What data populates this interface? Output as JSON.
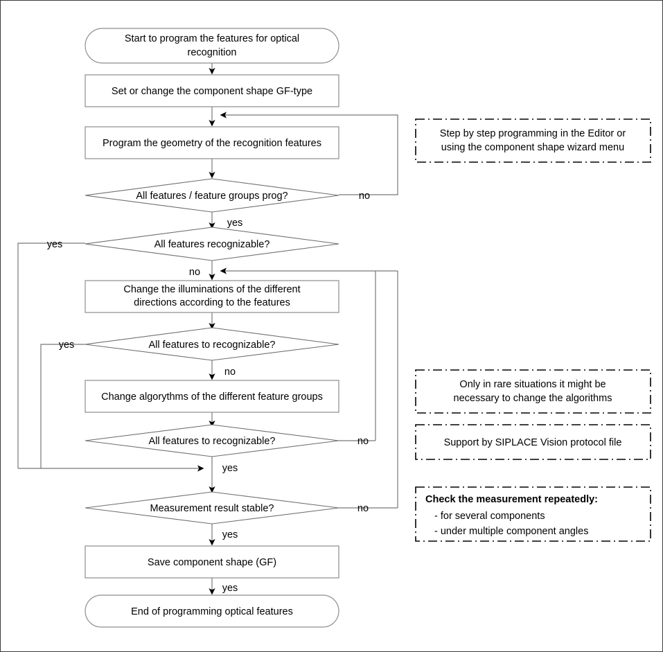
{
  "diagram": {
    "title": "Programming optical recognition features flowchart",
    "type": "flowchart",
    "colors": {
      "background": "#ffffff",
      "node_stroke": "#8d8d8d",
      "connector": "#777777",
      "text": "#000000",
      "note_stroke": "#000000"
    }
  },
  "nodes": {
    "start": {
      "shape": "terminator",
      "line1": "Start to program the features for optical",
      "line2": "recognition"
    },
    "set_type": {
      "shape": "process",
      "line1": "Set or change the component shape GF-type"
    },
    "program_geometry": {
      "shape": "process",
      "line1": "Program the geometry of the recognition features"
    },
    "d_all_groups": {
      "shape": "decision",
      "line1": "All features / feature groups prog?"
    },
    "d_recognizable": {
      "shape": "decision",
      "line1": "All features recognizable?"
    },
    "change_illum": {
      "shape": "process",
      "line1": "Change the illuminations of the different",
      "line2": "directions according to the features"
    },
    "d_to_recog_1": {
      "shape": "decision",
      "line1": "All features to recognizable?"
    },
    "change_algo": {
      "shape": "process",
      "line1": "Change algorythms of the different feature groups"
    },
    "d_to_recog_2": {
      "shape": "decision",
      "line1": "All features to recognizable?"
    },
    "d_stable": {
      "shape": "decision",
      "line1": "Measurement result stable?"
    },
    "save_shape": {
      "shape": "process",
      "line1": "Save component shape (GF)"
    },
    "end": {
      "shape": "terminator",
      "line1": "End of programming optical features"
    }
  },
  "edge_labels": {
    "no_groups": "no",
    "yes_groups": "yes",
    "yes_recognizable": "yes",
    "no_recognizable": "no",
    "yes_to_recog_1": "yes",
    "no_to_recog_1": "no",
    "yes_to_recog_2": "yes",
    "no_to_recog_2": "no",
    "yes_stable": "yes",
    "no_stable": "no",
    "yes_save": "yes"
  },
  "notes": {
    "note1": {
      "line1": "Step by step programming in the Editor or",
      "line2": "using the component shape wizard menu"
    },
    "note2": {
      "line1": "Only in rare situations it might be",
      "line2": "necessary to change the algorithms"
    },
    "note3": {
      "line1": "Support by  SIPLACE Vision protocol file"
    },
    "note4": {
      "heading": "Check the measurement repeatedly:",
      "bullet1": "-  for several components",
      "bullet2": "-  under multiple component angles"
    }
  }
}
